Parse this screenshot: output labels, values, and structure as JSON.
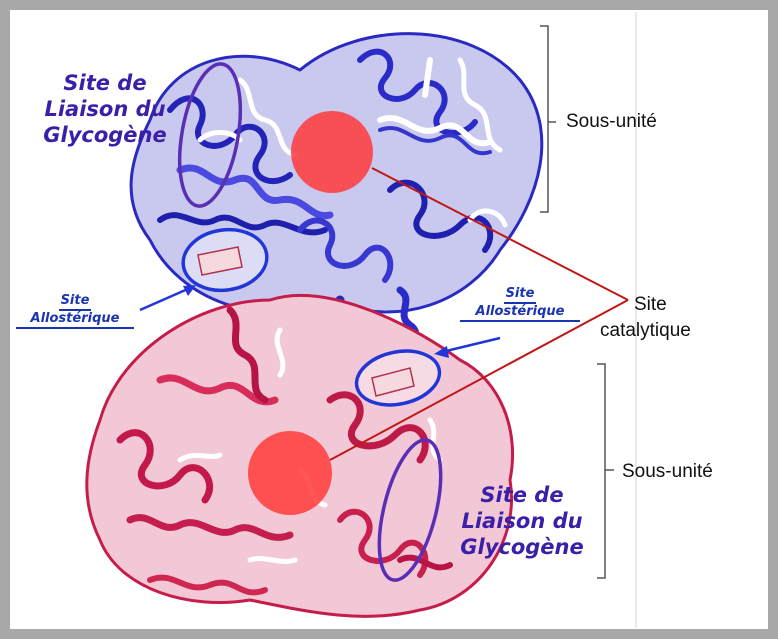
{
  "labels": {
    "binding_top": [
      "Site de",
      "Liaison du",
      "Glycogène"
    ],
    "binding_bottom": [
      "Site de",
      "Liaison du",
      "Glycogène"
    ],
    "allosteric_left": [
      "Site",
      "Allostérique"
    ],
    "allosteric_right": [
      "Site",
      "Allostérique"
    ],
    "subunit_top": "Sous-unité",
    "subunit_bottom": "Sous-unité",
    "catalytic": [
      "Site",
      "catalytique"
    ]
  },
  "colors": {
    "top_subunit": "#3a3ad0",
    "bottom_subunit": "#c8204a",
    "catalytic_site": "#ff4040",
    "binding_ellipse": "#5a2fb5",
    "allosteric_ellipse": "#2236d8",
    "pointer_line": "#c01818",
    "frame": "#a8a8a8"
  }
}
